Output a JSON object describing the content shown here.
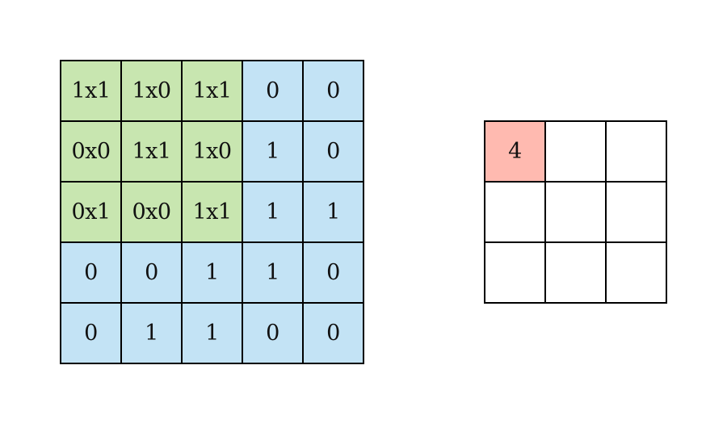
{
  "input_matrix": {
    "cells": [
      [
        "1x1",
        "1x0",
        "1x1",
        "0",
        "0"
      ],
      [
        "0x0",
        "1x1",
        "1x0",
        "1",
        "0"
      ],
      [
        "0x1",
        "0x0",
        "1x1",
        "1",
        "1"
      ],
      [
        "0",
        "0",
        "1",
        "1",
        "0"
      ],
      [
        "0",
        "1",
        "1",
        "0",
        "0"
      ]
    ],
    "highlight_rows": 3,
    "highlight_cols": 3,
    "highlight_color": "#c8e6b0",
    "base_color": "#c3e3f5"
  },
  "output_matrix": {
    "cells": [
      [
        "4",
        "",
        ""
      ],
      [
        "",
        "",
        ""
      ],
      [
        "",
        "",
        ""
      ]
    ],
    "filled_color": "#ffbab0",
    "empty_color": "#ffffff"
  }
}
